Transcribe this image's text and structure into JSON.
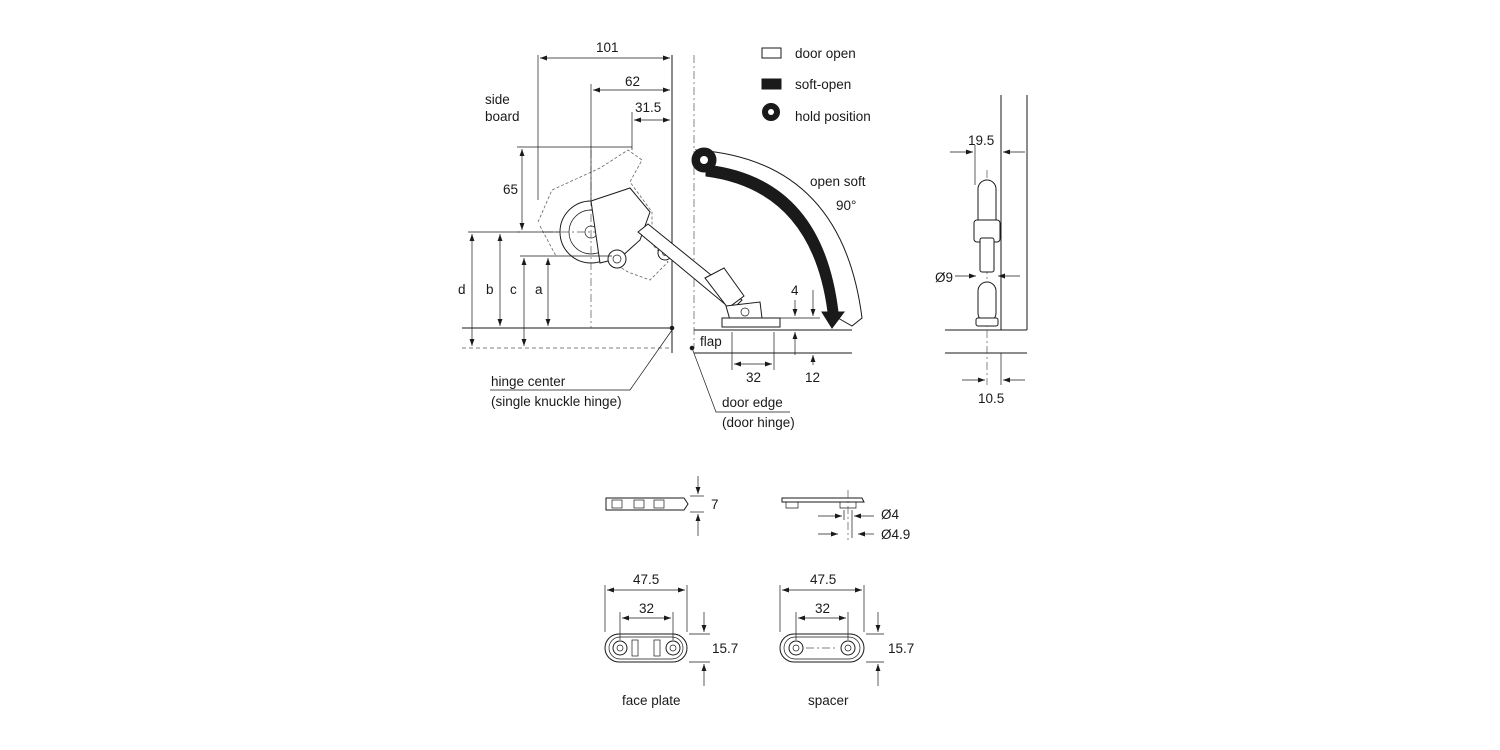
{
  "legend": {
    "door_open": "door open",
    "soft_open": "soft-open",
    "hold_position": "hold position"
  },
  "labels": {
    "side_board_1": "side",
    "side_board_2": "board",
    "flap": "flap",
    "open_soft": "open soft",
    "angle": "90°",
    "hinge_center_1": "hinge center",
    "hinge_center_2": "(single knuckle hinge)",
    "door_edge_1": "door edge",
    "door_edge_2": "(door hinge)",
    "face_plate": "face plate",
    "spacer": "spacer"
  },
  "dims": {
    "d101": "101",
    "d62": "62",
    "d31_5": "31.5",
    "d65": "65",
    "a": "a",
    "b": "b",
    "c": "c",
    "d": "d",
    "d4": "4",
    "d32": "32",
    "d12": "12",
    "d19_5": "19.5",
    "dia9": "Ø9",
    "d10_5": "10.5",
    "d7": "7",
    "dia4": "Ø4",
    "dia4_9": "Ø4.9",
    "fp_47_5": "47.5",
    "fp_32": "32",
    "fp_15_7": "15.7",
    "sp_47_5": "47.5",
    "sp_32": "32",
    "sp_15_7": "15.7"
  }
}
